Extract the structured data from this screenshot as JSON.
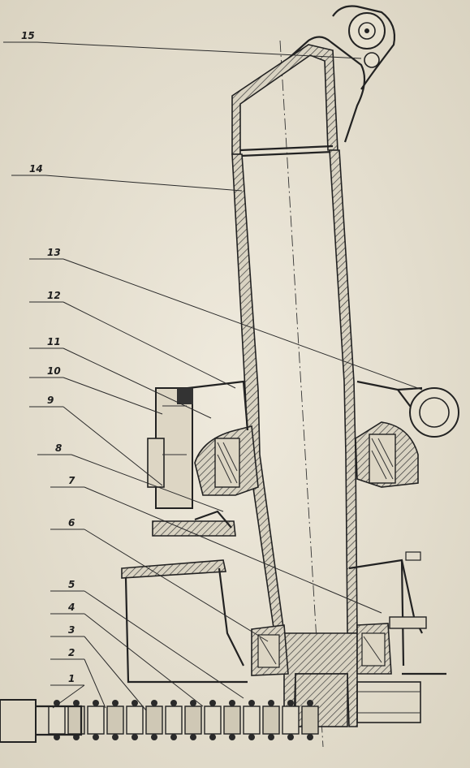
{
  "callouts": [
    "1",
    "2",
    "3",
    "4",
    "5",
    "6",
    "7",
    "8",
    "9",
    "10",
    "11",
    "12",
    "13",
    "14",
    "15"
  ],
  "colors": {
    "paper": "#e9e4d6",
    "ink": "#222222",
    "hatch": "#3a3a3a"
  }
}
